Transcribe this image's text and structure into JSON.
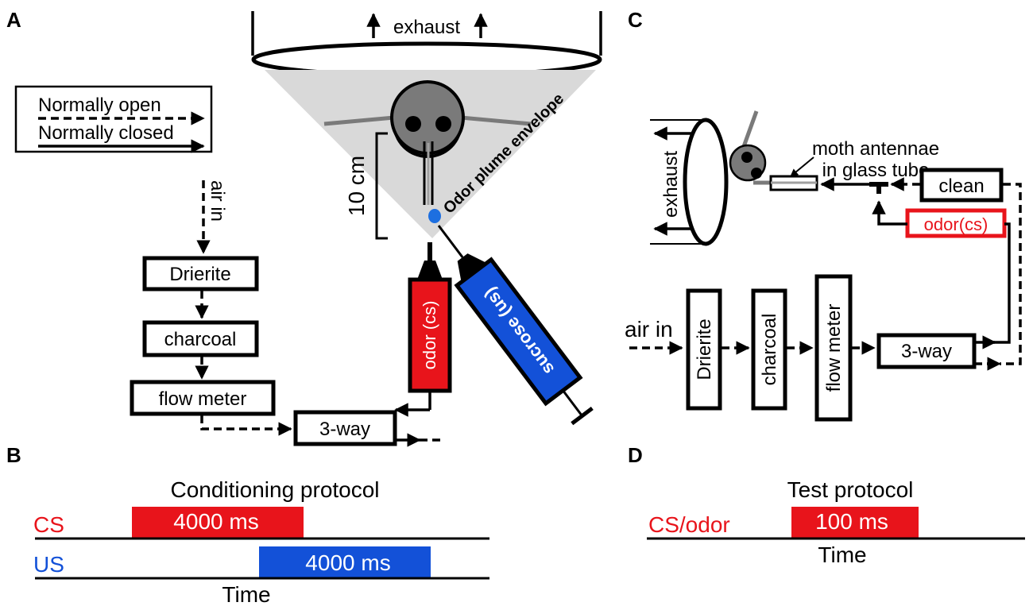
{
  "panels": {
    "a": "A",
    "b": "B",
    "c": "C",
    "d": "D"
  },
  "panel_a": {
    "exhaust": "exhaust",
    "legend_open": "Normally open",
    "legend_closed": "Normally closed",
    "air_in": "air in",
    "drierite": "Drierite",
    "charcoal": "charcoal",
    "flow_meter": "flow meter",
    "three_way": "3-way",
    "distance": "10 cm",
    "plume": "Odor plume envelope",
    "odor": "odor (cs)",
    "sucrose": "sucrose (us)"
  },
  "panel_b": {
    "title": "Conditioning protocol",
    "cs_label": "CS",
    "cs_duration": "4000 ms",
    "us_label": "US",
    "us_duration": "4000 ms",
    "time": "Time"
  },
  "panel_c": {
    "antennae_line1": "moth antennae",
    "antennae_line2": "in glass tube",
    "exhaust": "exhaust",
    "clean": "clean",
    "odor": "odor(cs)",
    "air_in": "air in",
    "drierite": "Drierite",
    "charcoal": "charcoal",
    "flow_meter": "flow meter",
    "three_way": "3-way"
  },
  "panel_d": {
    "title": "Test protocol",
    "cs_label": "CS/odor",
    "duration": "100 ms",
    "time": "Time"
  },
  "colors": {
    "cs_red": "#e8141b",
    "us_blue": "#1351d8",
    "plume_gray": "#d9d9d9",
    "head_gray": "#7a7a7a"
  }
}
